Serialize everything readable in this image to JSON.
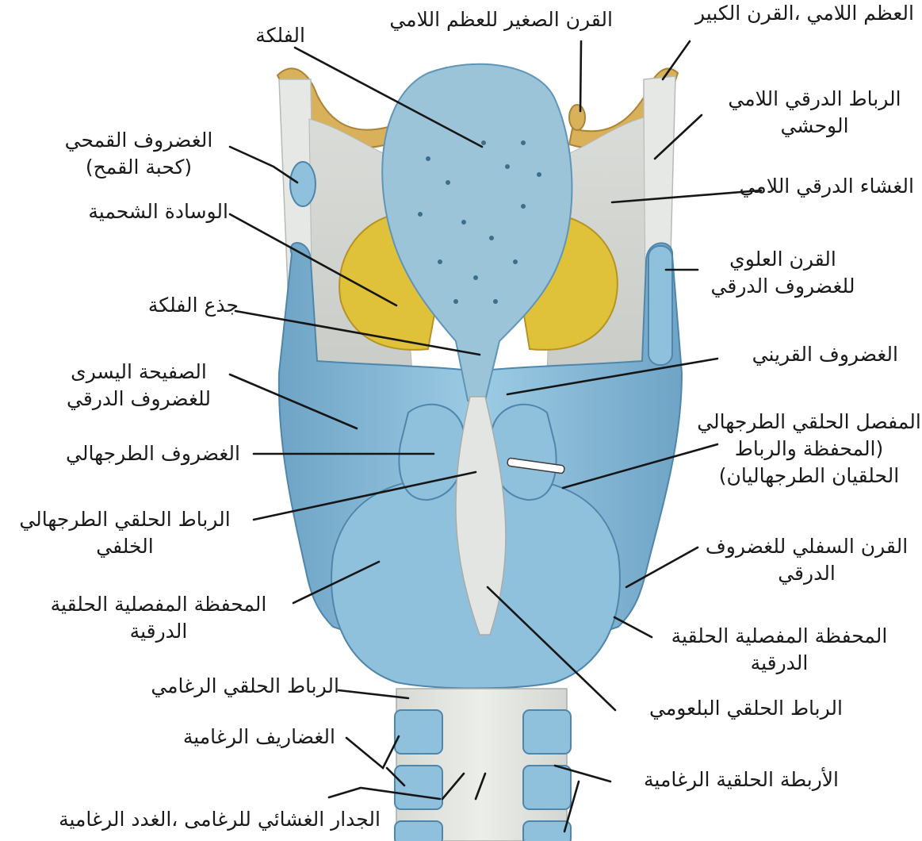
{
  "colors": {
    "cartilage": "#8fc0dc",
    "cartilage_dark": "#5f95b8",
    "epiglottis": "#9cc4d8",
    "ligament": "#e3e5e3",
    "fat_pad": "#e0c13a",
    "hyoid": "#d9b15a",
    "line": "#161616"
  },
  "labels": {
    "hyoid_greater_horn": {
      "lines": [
        "العظم اللامي ،القرن الكبير"
      ]
    },
    "hyoid_lesser_horn": {
      "lines": [
        "القرن الصغير للعظم اللامي"
      ]
    },
    "epiglottis": {
      "lines": [
        "الفلكة"
      ]
    },
    "lateral_thyrohyoid_ligament": {
      "lines": [
        "الرباط الدرقي اللامي",
        "الوحشي"
      ]
    },
    "triticeal_cartilage": {
      "lines": [
        "الغضروف القمحي",
        "(كحبة القمح)"
      ]
    },
    "thyrohyoid_membrane": {
      "lines": [
        "الغشاء الدرقي اللامي"
      ]
    },
    "fat_pad": {
      "lines": [
        "الوسادة الشحمية"
      ]
    },
    "superior_horn": {
      "lines": [
        "القرن العلوي",
        "للغضروف الدرقي"
      ]
    },
    "epiglottis_stalk": {
      "lines": [
        "جذع الفلكة"
      ]
    },
    "corniculate_cartilage": {
      "lines": [
        "الغضروف القريني"
      ]
    },
    "left_lamina": {
      "lines": [
        "الصفيحة اليسرى",
        "للغضروف الدرقي"
      ]
    },
    "cricoarytenoid_joint": {
      "lines": [
        "المفصل الحلقي الطرجهالي",
        "(المحفظة والرباط",
        "الحلقيان الطرجهاليان)"
      ]
    },
    "arytenoid_cartilage": {
      "lines": [
        "الغضروف الطرجهالي"
      ]
    },
    "posterior_cricoarytenoid_ligament": {
      "lines": [
        "الرباط الحلقي الطرجهالي",
        "الخلفي"
      ]
    },
    "inferior_horn": {
      "lines": [
        "القرن السفلي للغضروف",
        "الدرقي"
      ]
    },
    "cricothyroid_capsule_left": {
      "lines": [
        "المحفظة المفصلية الحلقية",
        "الدرقية"
      ]
    },
    "cricothyroid_capsule_right": {
      "lines": [
        "المحفظة المفصلية الحلقية",
        "الدرقية"
      ]
    },
    "cricotracheal_ligament": {
      "lines": [
        "الرباط الحلقي الرغامي"
      ]
    },
    "cricopharyngeal_ligament": {
      "lines": [
        "الرباط الحلقي البلعومي"
      ]
    },
    "tracheal_cartilages": {
      "lines": [
        "الغضاريف الرغامية"
      ]
    },
    "annular_ligaments": {
      "lines": [
        "الأربطة الحلقية الرغامية"
      ]
    },
    "membranous_wall": {
      "lines": [
        "الجدار الغشائي للرغامى ،الغدد الرغامية"
      ]
    }
  }
}
